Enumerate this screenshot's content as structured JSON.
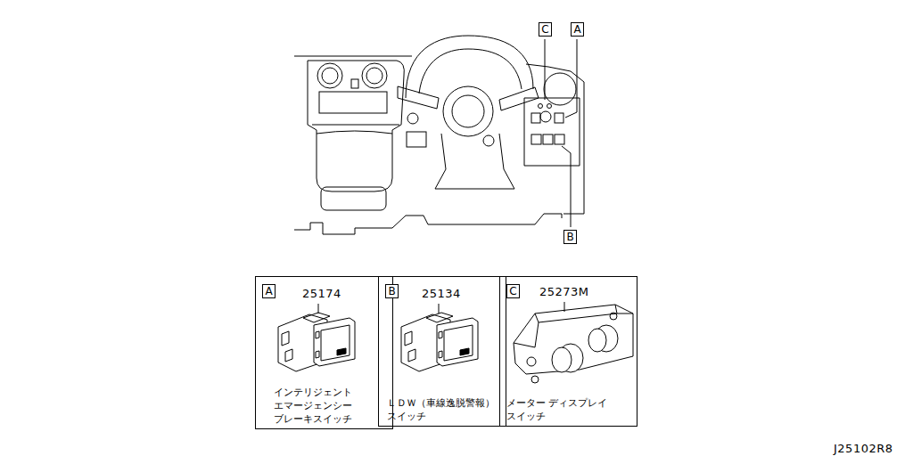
{
  "diagram": {
    "nodes": [
      {
        "text": [
          "C"
        ]
      },
      {
        "text": [
          "A"
        ]
      },
      {
        "text": [
          "B"
        ]
      },
      {
        "text": [
          "25174",
          "インテリジェント エマージェンシー ブレーキスイッチ"
        ]
      },
      {
        "text": [
          "A"
        ],
        "in": 3
      },
      {
        "text": [
          "25134",
          "ＬＤＷ（車線逸脱警報） スイッチ"
        ]
      },
      {
        "text": [
          "B"
        ],
        "in": 5
      },
      {
        "text": [
          "25273M",
          "メーター ディスプレイ スイッチ"
        ]
      },
      {
        "text": [
          "C"
        ],
        "in": 7
      }
    ],
    "labels": [
      "J25102R8"
    ]
  }
}
